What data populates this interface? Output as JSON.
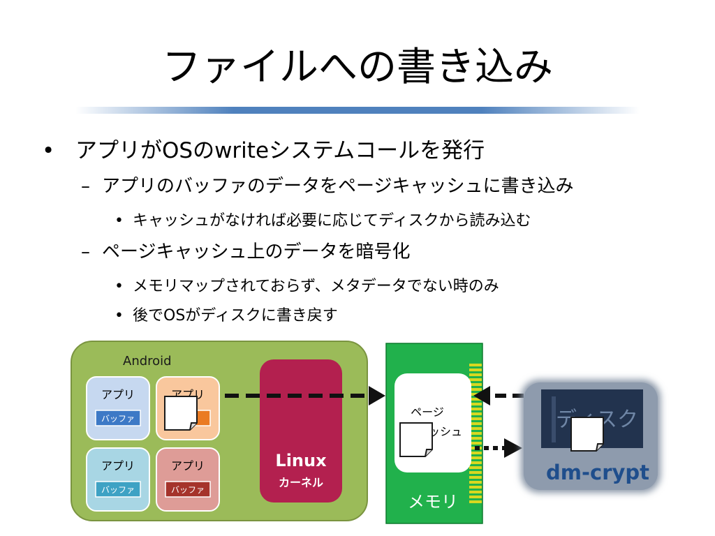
{
  "title": "ファイルへの書き込み",
  "bullets": [
    {
      "level": 1,
      "marker": "•",
      "text": "アプリがOSのwriteシステムコールを発行"
    },
    {
      "level": 2,
      "marker": "–",
      "text": "アプリのバッファのデータをページキャッシュに書き込み"
    },
    {
      "level": 3,
      "marker": "•",
      "text": "キャッシュがなければ必要に応じてディスクから読み込む"
    },
    {
      "level": 2,
      "marker": "–",
      "text": "ページキャッシュ上のデータを暗号化"
    },
    {
      "level": 3,
      "marker": "•",
      "text": "メモリマップされておらず、メタデータでない時のみ"
    },
    {
      "level": 3,
      "marker": "•",
      "text": "後でOSがディスクに書き戻す"
    }
  ],
  "diagram": {
    "android_label": "Android",
    "app_label": "アプリ",
    "buffer_label": "バッファ",
    "kernel_title": "Linux",
    "kernel_subtitle": "カーネル",
    "page_cache_line1": "ページ",
    "page_cache_line2": "キャッシュ",
    "memory_label": "メモリ",
    "disk_label": "ディスク",
    "dmcrypt_label": "dm-crypt",
    "colors": {
      "android_bg": "#9bbb59",
      "kernel_bg": "#b3204f",
      "memory_bg": "#21b14c",
      "memory_pins": "#d8d820",
      "disk_panel": "#8a97a8",
      "disk_body": "#22334e",
      "dmcrypt_text": "#1f4e8c",
      "app1_bg": "#c6d8f0",
      "app1_buf": "#3d79c6",
      "app2_bg": "#f9c79d",
      "app2_buf": "#ea7b23",
      "app3_bg": "#a8d6e4",
      "app3_buf": "#3ea2c4",
      "app4_bg": "#de9c97",
      "app4_buf": "#a5332b"
    }
  }
}
